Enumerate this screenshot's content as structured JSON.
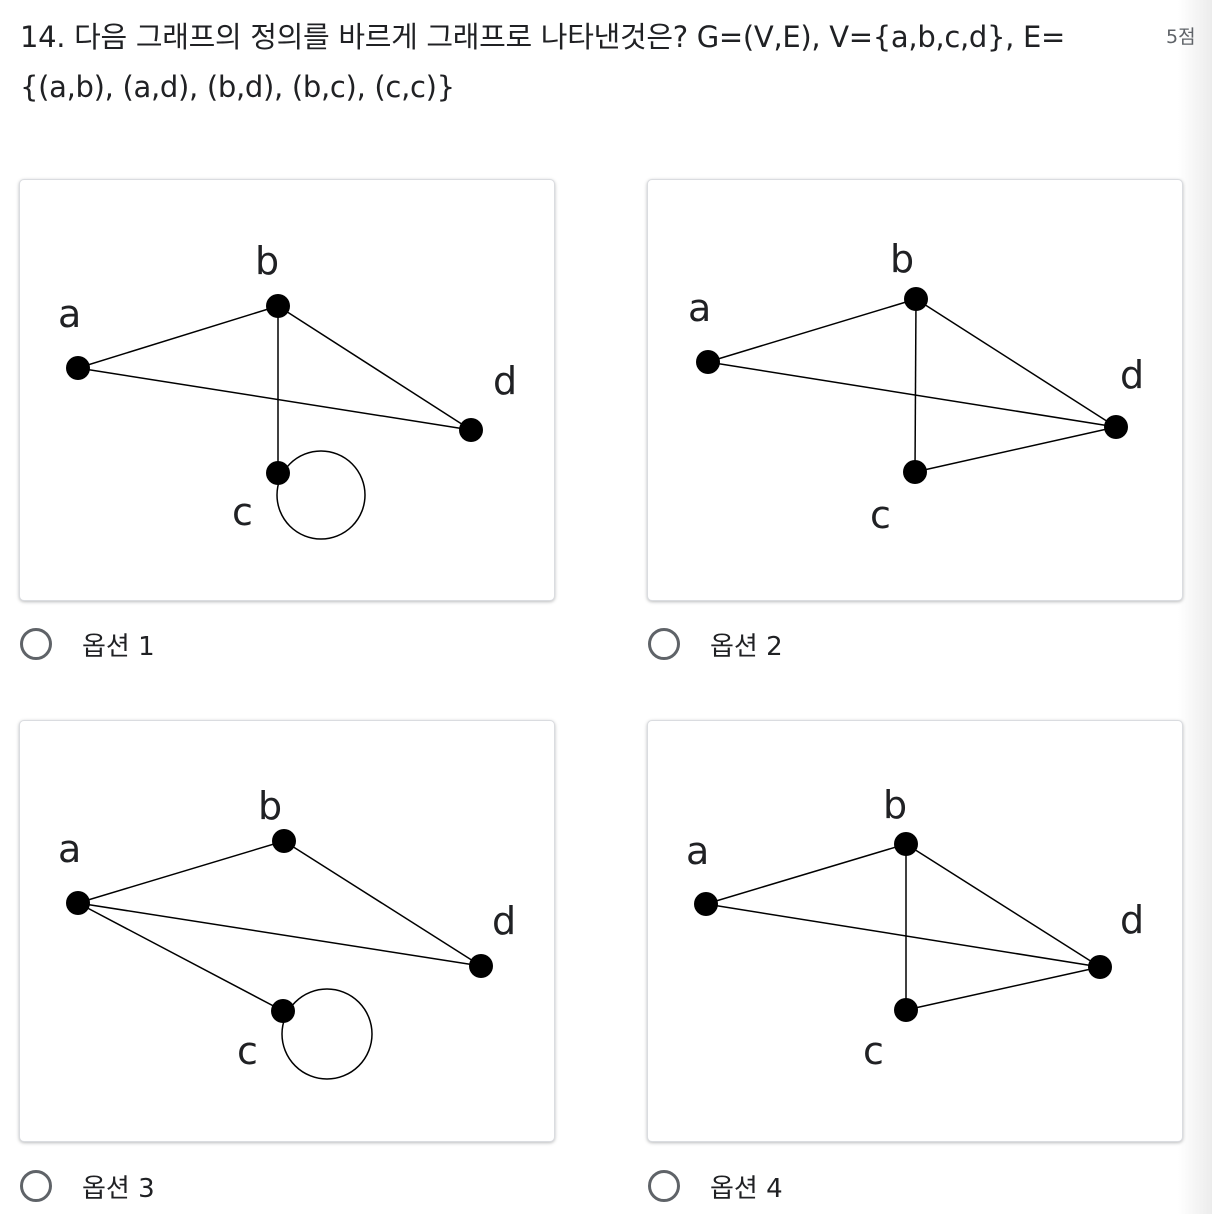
{
  "question": {
    "text": "14. 다음 그래프의 정의를 바르게 그래프로 나타낸것은? G=(V,E), V={a,b,c,d}, E={(a,b), (a,d), (b,d), (b,c), (c,c)}",
    "points": "5점"
  },
  "vertex_labels": {
    "a": "a",
    "b": "b",
    "c": "c",
    "d": "d"
  },
  "options": [
    {
      "label": "옵션 1",
      "selected": false
    },
    {
      "label": "옵션 2",
      "selected": false
    },
    {
      "label": "옵션 3",
      "selected": false
    },
    {
      "label": "옵션 4",
      "selected": false
    }
  ],
  "colors": {
    "text": "#202124",
    "muted": "#5f6368",
    "card_border": "#dadce0"
  }
}
